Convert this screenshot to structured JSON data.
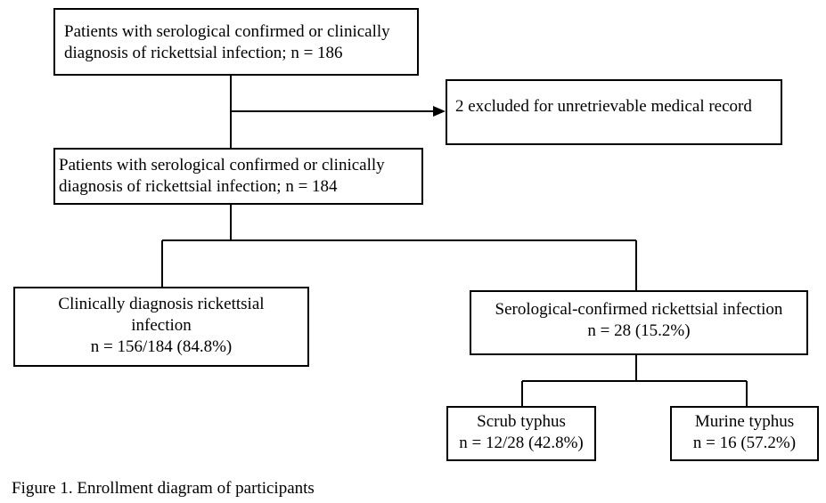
{
  "diagram": {
    "initial_box": {
      "line1": "Patients with serological confirmed or clinically",
      "line2": "diagnosis of rickettsial infection; n = 186"
    },
    "excluded_box": {
      "text": "2 excluded for unretrievable medical record"
    },
    "included_box": {
      "line1": "Patients with serological confirmed or clinically",
      "line2": "diagnosis of rickettsial infection; n = 184"
    },
    "clinical_box": {
      "line1": "Clinically diagnosis rickettsial",
      "line2": "infection",
      "line3": "n = 156/184 (84.8%)"
    },
    "serological_box": {
      "line1": "Serological-confirmed rickettsial infection",
      "line2": "n = 28 (15.2%)"
    },
    "scrub_box": {
      "line1": "Scrub typhus",
      "line2": "n = 12/28 (42.8%)"
    },
    "murine_box": {
      "line1": "Murine typhus",
      "line2": "n = 16 (57.2%)"
    },
    "caption": "Figure 1. Enrollment diagram of participants"
  }
}
